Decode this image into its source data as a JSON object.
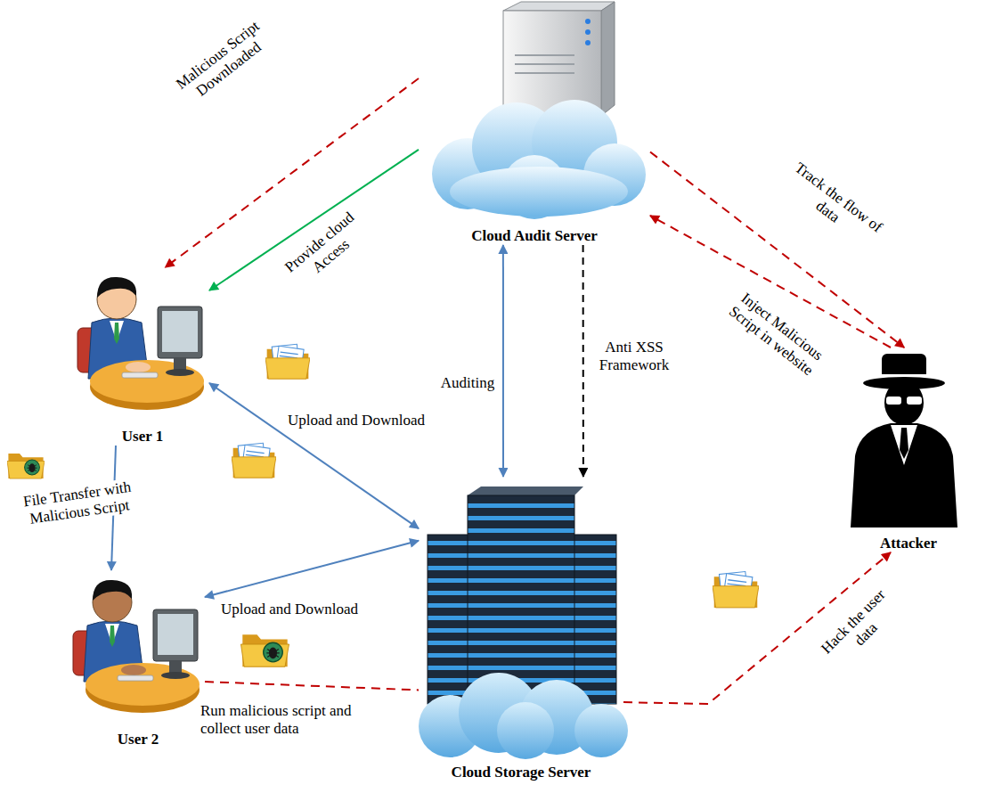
{
  "diagram": {
    "nodes": [
      {
        "text": [
          "Cloud Audit Server"
        ]
      },
      {
        "text": [
          "User 1"
        ]
      },
      {
        "text": [
          "User 2"
        ]
      },
      {
        "text": [
          "Cloud Storage Server"
        ]
      },
      {
        "text": [
          "Attacker"
        ]
      }
    ],
    "edges": [
      {
        "from": 0,
        "to": 1,
        "arrow": "to",
        "label": "Malicious Script Downloaded"
      },
      {
        "from": 0,
        "to": 1,
        "arrow": "to",
        "label": "Provide cloud Access"
      },
      {
        "from": 0,
        "to": 4,
        "arrow": "to",
        "label": "Track the flow of data"
      },
      {
        "from": 4,
        "to": 0,
        "arrow": "to",
        "label": "Inject Malicious Script in website"
      },
      {
        "from": 0,
        "to": 3,
        "arrow": "both",
        "label": "Auditing"
      },
      {
        "from": 0,
        "to": 3,
        "arrow": "to",
        "label": "Anti XSS Framework"
      },
      {
        "from": 1,
        "to": 3,
        "arrow": "both",
        "label": "Upload and Download"
      },
      {
        "from": 2,
        "to": 3,
        "arrow": "both",
        "label": "Upload and Download"
      },
      {
        "from": 1,
        "to": 2,
        "arrow": "to",
        "label": "File Transfer with Malicious Script"
      },
      {
        "from": 2,
        "to": 3,
        "arrow": "none",
        "label": "Run malicious script and collect user data"
      },
      {
        "from": 3,
        "to": 4,
        "arrow": "to",
        "label": "Hack the user data"
      }
    ]
  }
}
